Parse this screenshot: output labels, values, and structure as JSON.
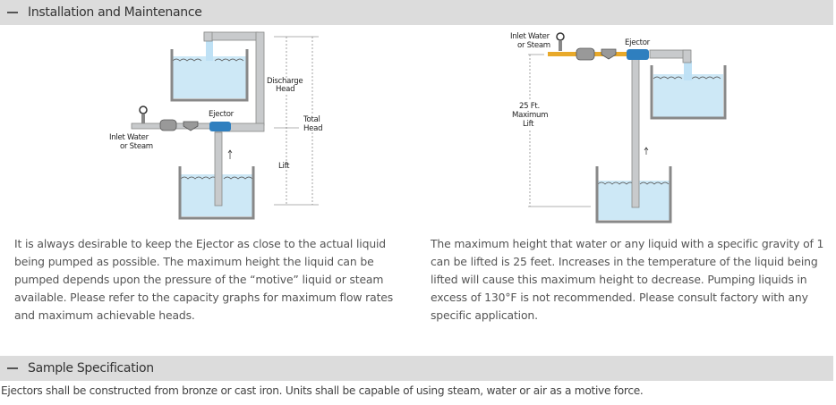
{
  "sections": [
    {
      "title": "Installation and Maintenance",
      "toggle_icon": "minus-icon",
      "diagrams": {
        "left": {
          "labels": {
            "inlet_line1": "Inlet Water",
            "inlet_line2": "or Steam",
            "ejector": "Ejector",
            "discharge_line1": "Discharge",
            "discharge_line2": "Head",
            "total_line1": "Total",
            "total_line2": "Head",
            "lift": "Lift"
          }
        },
        "right": {
          "labels": {
            "inlet_line1": "Inlet Water",
            "inlet_line2": "or Steam",
            "ejector": "Ejector",
            "lift_line1": "25 Ft.",
            "lift_line2": "Maximum",
            "lift_line3": "Lift"
          }
        }
      },
      "paragraphs": {
        "left": "It is always desirable to keep the Ejector as close to the actual liquid being pumped as possible. The maximum height the liquid can be pumped depends upon the pressure of the “motive” liquid or steam available. Please refer to the capacity graphs for maximum flow rates and maximum achievable heads.",
        "right": "The maximum height that water or any liquid with a specific gravity of 1 can be lifted is 25 feet. Increases in the temperature of the liquid being lifted will cause this maximum height to decrease. Pumping liquids in excess of 130°F is not recommended. Please consult factory with any specific application."
      }
    },
    {
      "title": "Sample Specification",
      "toggle_icon": "minus-icon",
      "text": "Ejectors shall be constructed from bronze or cast iron. Units shall be capable of using steam, water or air as a motive force."
    }
  ],
  "colors": {
    "header_bg": "#dcdcdc",
    "water": "#cde8f6",
    "pipe": "#c8cacc",
    "ejector": "#2f7fbf",
    "inlet_pipe": "#e8a92a"
  }
}
